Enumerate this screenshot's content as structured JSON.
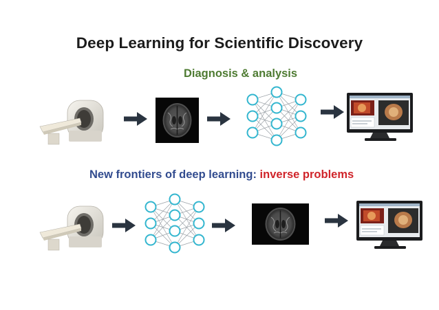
{
  "title": "Deep Learning for Scientific Discovery",
  "row1": {
    "label": "Diagnosis & analysis"
  },
  "row2": {
    "label_lead": "New frontiers of deep learning:",
    "label_highlight": "inverse problems"
  },
  "colors": {
    "title": "#1c1c1c",
    "diagnosis": "#4e7b32",
    "frontiers": "#324c8f",
    "inverse": "#d0242a",
    "arrow": "#2a3440",
    "node": "#33b6cf",
    "edge": "#9aa0a6"
  },
  "icons": [
    "mri-scanner-icon",
    "arrow-icon",
    "brain-scan-icon",
    "neural-network-icon",
    "monitor-icon"
  ]
}
